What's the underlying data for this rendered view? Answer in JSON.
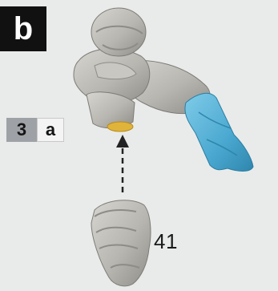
{
  "step_badge": "b",
  "reference": {
    "number": "3",
    "letter": "a"
  },
  "part_number": "41",
  "colors": {
    "background": "#e9ebea",
    "figure_grey": "#b9b7b2",
    "boot_blue": "#53b0d6",
    "glue_yellow": "#e0b43a",
    "badge_black": "#111111"
  }
}
